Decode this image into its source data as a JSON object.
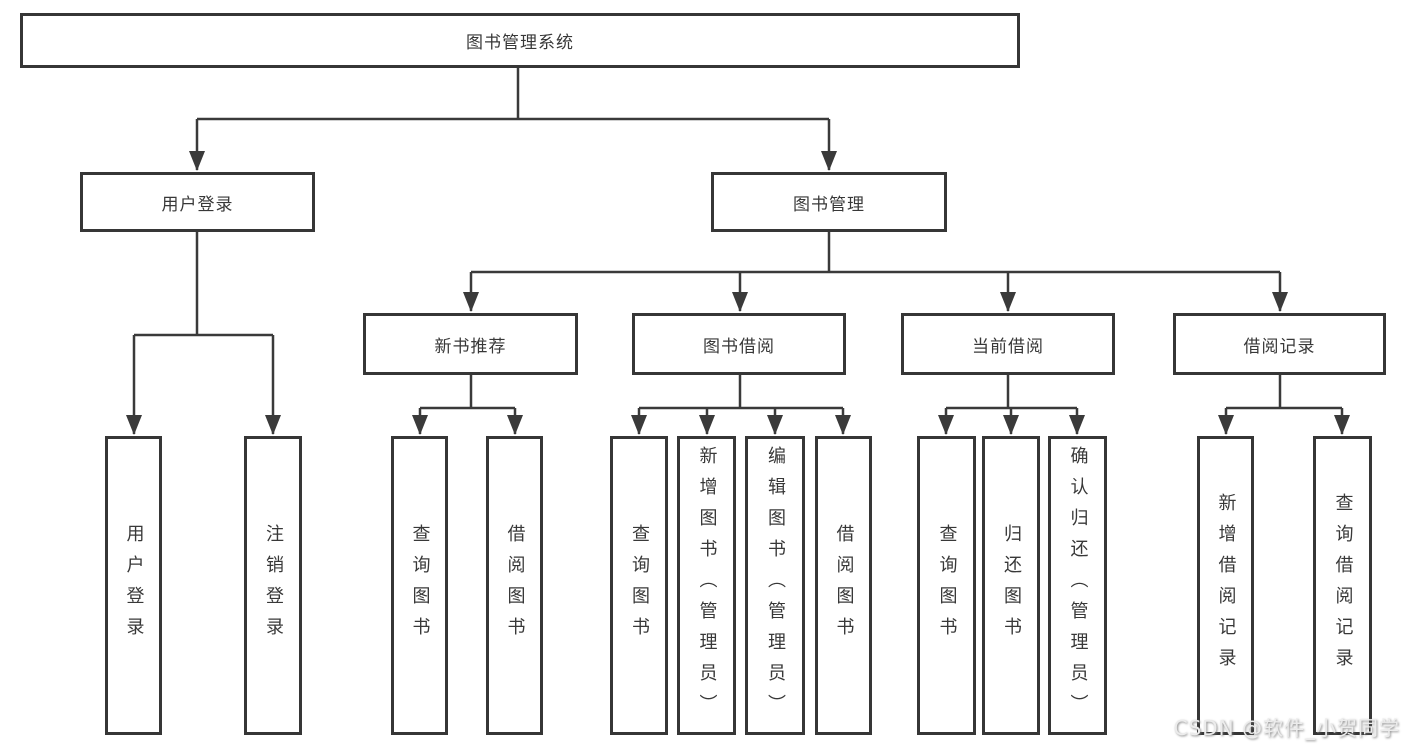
{
  "nodes": {
    "root": {
      "label": "图书管理系统"
    },
    "level2": [
      {
        "id": "user-login",
        "label": "用户登录",
        "parent": "root"
      },
      {
        "id": "book-management",
        "label": "图书管理",
        "parent": "root"
      }
    ],
    "level3": [
      {
        "id": "new-book-recommendation",
        "label": "新书推荐",
        "parent": "book-management"
      },
      {
        "id": "book-borrowing",
        "label": "图书借阅",
        "parent": "book-management"
      },
      {
        "id": "current-borrowing",
        "label": "当前借阅",
        "parent": "book-management"
      },
      {
        "id": "borrowing-records",
        "label": "借阅记录",
        "parent": "book-management"
      }
    ],
    "leaves": [
      {
        "label": "用户登录",
        "parent": "user-login"
      },
      {
        "label": "注销登录",
        "parent": "user-login"
      },
      {
        "label": "查询图书",
        "parent": "new-book-recommendation"
      },
      {
        "label": "借阅图书",
        "parent": "new-book-recommendation"
      },
      {
        "label": "查询图书",
        "parent": "book-borrowing"
      },
      {
        "label": "新增图书（管理员）",
        "parent": "book-borrowing"
      },
      {
        "label": "编辑图书（管理员）",
        "parent": "book-borrowing"
      },
      {
        "label": "借阅图书",
        "parent": "book-borrowing"
      },
      {
        "label": "查询图书",
        "parent": "current-borrowing"
      },
      {
        "label": "归还图书",
        "parent": "current-borrowing"
      },
      {
        "label": "确认归还（管理员）",
        "parent": "current-borrowing"
      },
      {
        "label": "新增借阅记录",
        "parent": "borrowing-records"
      },
      {
        "label": "查询借阅记录",
        "parent": "borrowing-records"
      }
    ]
  },
  "watermark": {
    "text": "CSDN @软件_小贺同学"
  },
  "colors": {
    "line": "#3a3a3a",
    "box_border": "#363636",
    "text": "#383838",
    "background": "#ffffff",
    "watermark": "#ececec"
  }
}
